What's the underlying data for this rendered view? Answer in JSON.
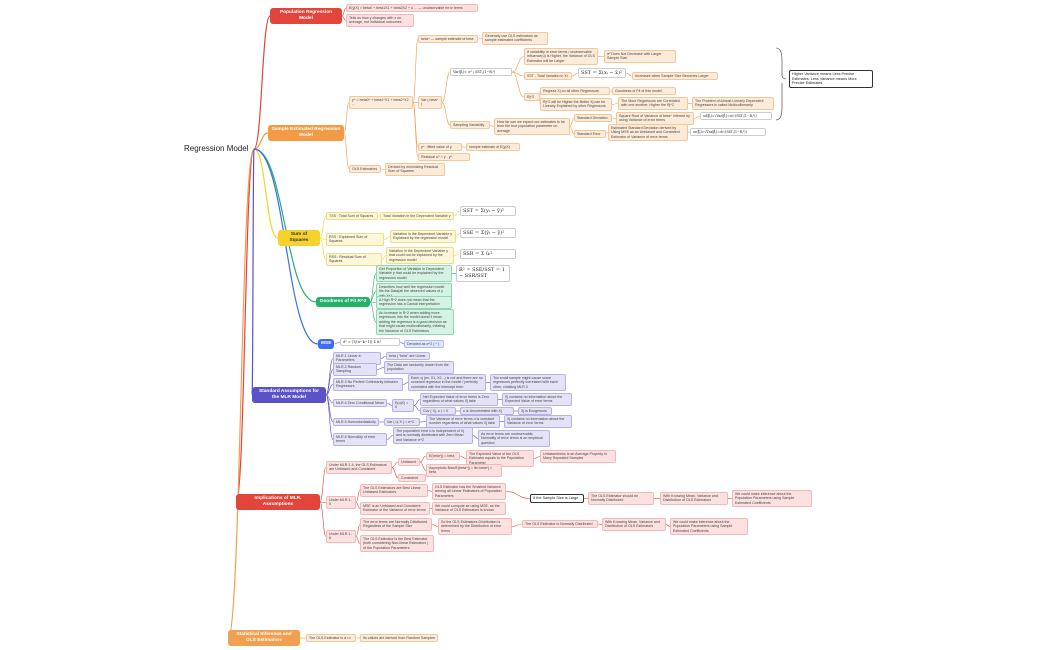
{
  "root": "Regression Model",
  "colors": {
    "pop": "#e2453c",
    "sample": "#f39a45",
    "ss": "#f5d22c",
    "gof": "#26b06b",
    "mse": "#3d6df2",
    "assume": "#5b52c8",
    "impl": "#e2453c",
    "stat": "#f0a050"
  },
  "pop": {
    "title": "Population Regression Model",
    "c1": "E(y|X) = beta0 + beta1X1 + beta2X2 + u ... — unobservable error terms",
    "c2": "Tells us how y changes with x on average, not individual outcomes"
  },
  "sample": {
    "title": "Sample Estimated Regression Model",
    "eq": "y^ = beta0^ + beta1^X1 + beta2^X2 ...",
    "betahat": "beta^ — sample estimate of beta",
    "betahat_note": "Generally use OLS estimators as sample estimated coefficients",
    "var": "Var ( beta^ )",
    "var_formula": "Var(β̂ⱼ)= σ² / SSTⱼ(1−Rⱼ²)",
    "sst": "SST - Total Variation in Xi",
    "sst_note": "If variability in error terms / unobservable influence(u) is Higher, the Variance of OLS Estimator will be Larger",
    "sst_note2": "σ² Does Not Decrease with Larger Sample Size",
    "sst_formula": "SST = Σ(xᵢ − x̄)²",
    "sst_incr": "Increases when Sample Size Becomes Larger",
    "rj": "Rj^2",
    "rj_a": "Regress Xj on all other Regressors",
    "rj_a2": "Goodness of Fit of this model",
    "rj_b": "Rj^2 will be Higher the Better Xj can be Linearly Explained by other Regressors",
    "rj_b2": "The More Regressors are Correlated with one another, Higher the Rj^2",
    "rj_b3": "The Problem of Almost Linearly Dependent Regressors is called Multicollinearity",
    "right_box": "Higher Variance means Less Precise Estimates; Less Variance means More Precise Estimates",
    "samp_var": "Sampling Variability",
    "samp_var_note": "How far can we expect our estimates to be from the true population parameter on average",
    "sd": "Standard Deviation",
    "sd_note": "Square Root of Variance of beta^ Inferred by using Variance of error terms",
    "sd_formula": "sd(β̂ⱼ)=√Var(β̂ⱼ)=σ/√(SSTⱼ(1−Rⱼ²))",
    "se": "Standard Error",
    "se_note": "Estimated Standard Deviation derived by Using MSE as an Unbiased and Consistent Estimator of Variance of error terms",
    "se_formula": "se(β̂ⱼ)=√V̂ar(β̂ⱼ)=σ̂/√(SSTⱼ(1−Rⱼ²))",
    "yhat": "y^ : fitted value of y",
    "yhat_note": "sample estimate of E(y|X)",
    "resid": "Residual u^ = y - y^",
    "ols": "OLS Estimators",
    "ols_note": "Derived by minimizing Residual Sum of Squares"
  },
  "ss": {
    "title": "Sum of Squares",
    "tss": "TSS : Total Sum of Squares",
    "tss_note": "Total Variation in the Dependent Variable y",
    "tss_formula": "SST = Σ(yᵢ − ȳ)²",
    "ess": "ESS : Explained Sum of Squares",
    "ess_note": "Variation in the Dependent Variable y Explained by the regression model",
    "ess_formula": "SSE = Σ(ŷᵢ − ȳ)²",
    "rss": "RSS : Residual Sum of Squares",
    "rss_note": "Variation in the Dependent Variable y that could not be explained by the regression model",
    "rss_formula": "SSR = Σ ûᵢ²"
  },
  "gof": {
    "title": "Goodness of Fit R^2",
    "a": "Get Proportion of Variation in Dependent Variable y that could be explained by the regression model",
    "a_formula": "R² = SSE/SST = 1 − SSR/SST",
    "b": "Describes how well the regression model fits the Data(all the observed values of y with Xs)",
    "c": "A High R^2 does not mean that the regression has a Causal interpretation",
    "d": "An increase in R^2 when adding more regressors into the model doesn't mean adding the regressor is a good decision as that might cause multicollinearity, inflating the Variance of OLS Estimators"
  },
  "mse": {
    "title": "MSE",
    "formula": "σ̂² = (1/(n−k−1)) Σ ûᵢ²",
    "note": "Denoted as σ^2 ( ^ )"
  },
  "assume": {
    "title": "Standard Assumptions for the MLR Model",
    "m1": "MLR.1 Linear in Parameters",
    "m1n": "beta j \"beta\" are Linear",
    "m2": "MLR.2 Random Sampling",
    "m2n": "The Data are randomly drawn from the population",
    "m3": "MLR.3 No Perfect Collinearity between Regressors",
    "m3n": "Each xj (ex. X1, X2...) is not and there are no constant regressor in the model / perfectly correlated with the intercept term",
    "m3n2": "Too small sample might cause some regressors perfectly correlated with each other, violating MLR.3",
    "m4": "MLR.4 Zero Conditional Mean",
    "m4a": "E(u|X) = 0",
    "m4an": "Net Expected Value of error terms is Zero regardless of what values Xj take",
    "m4an2": "Xj contains no information about the Expected Value of error terms",
    "m4b": "Cov ( Xj, u ) = 0",
    "m4bn": "u is Uncorrelated with Xj",
    "m4bn2": "Xj is Exogenous",
    "m5": "MLR.5 Homoskedasticity",
    "m5a": "Var ( u| X ) = σ^2",
    "m5an": "The Variance of error terms u is constant number regardless of what values Xj take",
    "m5an2": "Xj contains no information about the Variance of error terms",
    "m6": "MLR.6 Normality of error terms",
    "m6n": "The population error u is independent of Xj and is normally distributed with Zero Mean and Variance σ^2",
    "m6n2": "As error terms are unobservable, Normality of error terms is an empirical question"
  },
  "impl": {
    "title": "Implications of MLR. Assumptions",
    "a": "Under MLR.1-4, the OLS Estimators are Unbiased and Consistent",
    "a1": "Unbiased",
    "a1n": "E(beta^j) = beta",
    "a1n2": "The Expected Value of the OLS Estimator equals to the Population Parameter",
    "a1n3": "Unbiasedness is an Average Property in Many Repeated Samples",
    "a1b": "Asymptotic Bias/E(beta^j) = lim beta^j = beta",
    "a2": "Consistent",
    "b": "Under MLR.1-5",
    "b1": "The OLS Estimators are Best Linear Unbiased Estimators",
    "b1n": "OLS Estimator has the Smallest Variance among all Linear Estimators of Population Parameters",
    "b2": "MSE is an Unbiased and Consistent Estimator of the Variance of error terms",
    "b2n": "We could compute se using MSE, as the Variance of OLS Estimators is known",
    "if": "If the Sample Size is Large",
    "ifn": "The OLS Estimator should be Normally Distributed",
    "ifn2": "With Knowing Mean, Variance and Distribution of OLS Estimators",
    "ifn3": "We could make inference about the Population Parameters using Sample Estimated Coefficients",
    "c": "Under MLR.1-6",
    "c1": "The error terms are Normally Distributed Regardless of the Sample Size",
    "c1n": "So the OLS Estimators Distribution is determined by the Distribution of error terms",
    "c1n2": "The OLS Estimator is Normally Distributed",
    "c1n3": "With Knowing Mean, Variance and Distribution of OLS Estimators",
    "c1n4": "We could make inference about the Population Parameters using Sample Estimated Coefficients",
    "c2": "The OLS Estimator is the Best Estimator (both considering Non-linear Estimators ) of the Population Parameters"
  },
  "stat": {
    "title": "Statistical Inference and OLS Estimators",
    "a": "The OLS Estimator is a r.v",
    "an": "Its values are derived from Random Samples"
  }
}
